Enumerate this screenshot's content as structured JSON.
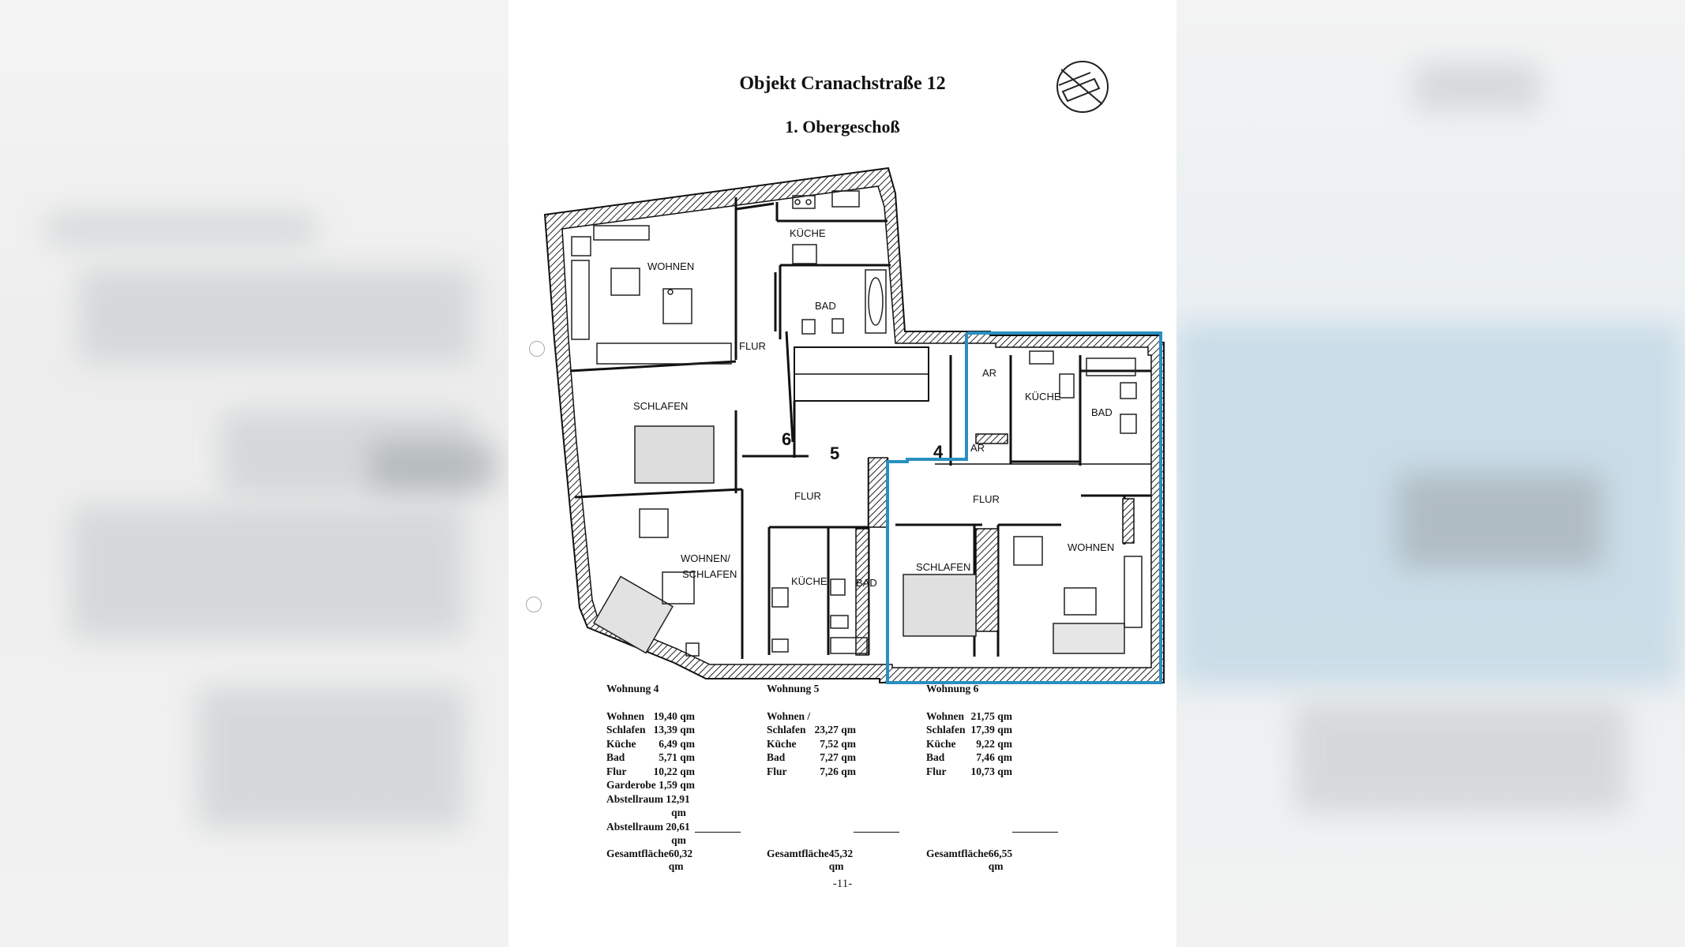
{
  "document": {
    "title": "Objekt Cranachstraße 12",
    "floor": "1. Obergeschoß",
    "page_number": "-11-"
  },
  "plan": {
    "rooms": {
      "w4_wohnen": "WOHNEN",
      "w4_kueche": "KÜCHE",
      "w4_bad": "BAD",
      "w4_flur": "FLUR",
      "w4_schlafen": "SCHLAFEN",
      "w5_wohnen_schlafen_1": "WOHNEN/",
      "w5_wohnen_schlafen_2": "SCHLAFEN",
      "w5_flur": "FLUR",
      "w5_kueche": "KÜCHE",
      "w5_bad": "BAD",
      "w6_ar1": "AR",
      "w6_ar2": "AR",
      "w6_kueche": "KÜCHE",
      "w6_bad": "BAD",
      "w6_flur": "FLUR",
      "w6_schlafen": "SCHLAFEN",
      "w6_wohnen": "WOHNEN"
    },
    "unit_numbers": [
      "6",
      "5",
      "4"
    ],
    "highlight_color": "#2a8fc0"
  },
  "units": [
    {
      "name": "Wohnung 4",
      "rows": [
        {
          "label": "Wohnen",
          "value": "19,40 qm"
        },
        {
          "label": "Schlafen",
          "value": "13,39 qm"
        },
        {
          "label": "Küche",
          "value": "6,49 qm"
        },
        {
          "label": "Bad",
          "value": "5,71 qm"
        },
        {
          "label": "Flur",
          "value": "10,22 qm"
        },
        {
          "label": "Garderobe",
          "value": "1,59 qm"
        },
        {
          "label": "Abstellraum 1",
          "value": "2,91 qm"
        },
        {
          "label": "Abstellraum 2",
          "value": "0,61 qm"
        }
      ],
      "total_label": "Gesamtfläche",
      "total_value": "60,32 qm"
    },
    {
      "name": "Wohnung 5",
      "rows": [
        {
          "label": "Wohnen /",
          "value": ""
        },
        {
          "label": "Schlafen",
          "value": "23,27 qm"
        },
        {
          "label": "Küche",
          "value": "7,52 qm"
        },
        {
          "label": "Bad",
          "value": "7,27 qm"
        },
        {
          "label": "Flur",
          "value": "7,26 qm"
        }
      ],
      "total_label": "Gesamtfläche",
      "total_value": "45,32 qm"
    },
    {
      "name": "Wohnung 6",
      "rows": [
        {
          "label": "Wohnen",
          "value": "21,75 qm"
        },
        {
          "label": "Schlafen",
          "value": "17,39 qm"
        },
        {
          "label": "Küche",
          "value": "9,22 qm"
        },
        {
          "label": "Bad",
          "value": "7,46 qm"
        },
        {
          "label": "Flur",
          "value": "10,73 qm"
        }
      ],
      "total_label": "Gesamtfläche",
      "total_value": "66,55 qm"
    }
  ]
}
